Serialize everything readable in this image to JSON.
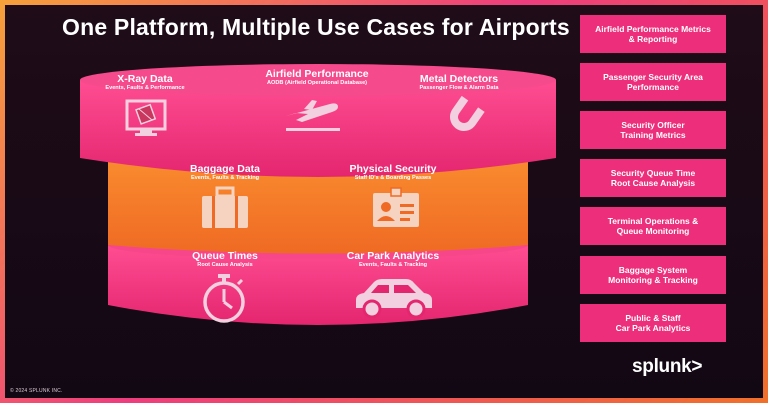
{
  "title": "One Platform, Multiple Use Cases for Airports",
  "copyright": "© 2024 SPLUNK INC.",
  "logo": "splunk>",
  "colors": {
    "pink": "#ed2e7a",
    "orange": "#f47a2a",
    "background": "#1a0a16"
  },
  "top_tier": [
    {
      "title": "X-Ray Data",
      "subtitle": "Events, Faults & Performance",
      "icon": "xray-monitor-icon"
    },
    {
      "title": "Airfield Performance",
      "subtitle": "AODB (Airfield Operational Database)",
      "icon": "airplane-icon"
    },
    {
      "title": "Metal Detectors",
      "subtitle": "Passenger Flow & Alarm Data",
      "icon": "magnet-icon"
    }
  ],
  "middle_tier": [
    {
      "title": "Baggage Data",
      "subtitle": "Events, Faults & Tracking",
      "icon": "suitcase-icon"
    },
    {
      "title": "Physical Security",
      "subtitle": "Staff ID's & Boarding Passes",
      "icon": "id-badge-icon"
    }
  ],
  "bottom_tier": [
    {
      "title": "Queue Times",
      "subtitle": "Root Cause Analysis",
      "icon": "stopwatch-icon"
    },
    {
      "title": "Car Park Analytics",
      "subtitle": "Events, Faults & Tracking",
      "icon": "car-icon"
    }
  ],
  "use_cases": [
    [
      "Airfield Performance Metrics",
      "& Reporting"
    ],
    [
      "Passenger Security Area",
      "Performance"
    ],
    [
      "Security Officer",
      "Training Metrics"
    ],
    [
      "Security Queue Time",
      "Root Cause Analysis"
    ],
    [
      "Terminal Operations &",
      "Queue Monitoring"
    ],
    [
      "Baggage System",
      "Monitoring & Tracking"
    ],
    [
      "Public & Staff",
      "Car Park Analytics"
    ]
  ]
}
